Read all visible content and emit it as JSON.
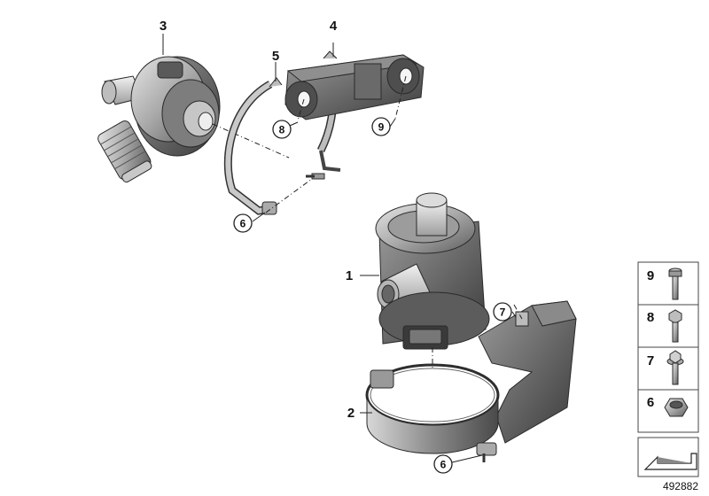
{
  "callouts": {
    "c1": "1",
    "c2": "2",
    "c3": "3",
    "c4": "4",
    "c5": "5",
    "c6_top": "6",
    "c6_bottom": "6",
    "c7": "7",
    "c8": "8",
    "c9": "9"
  },
  "legend": {
    "items": [
      "9",
      "8",
      "7",
      "6"
    ]
  },
  "doc_number": "492882"
}
